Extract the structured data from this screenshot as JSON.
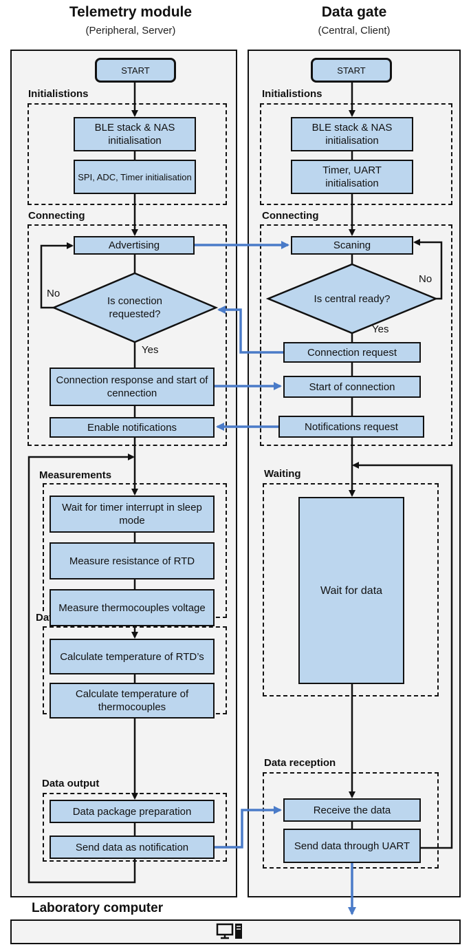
{
  "header": {
    "left_title": "Telemetry module",
    "left_subtitle": "(Peripheral, Server)",
    "right_title": "Data gate",
    "right_subtitle": "(Central, Client)"
  },
  "left": {
    "start": "START",
    "init_label": "Initialistions",
    "ble_init": "BLE stack & NAS initialisation",
    "spi_init": "SPI, ADC, Timer initialisation",
    "connecting_label": "Connecting",
    "advertising": "Advertising",
    "decision": "Is conection requested?",
    "no": "No",
    "yes": "Yes",
    "conn_response": "Connection response and start of cennection",
    "enable_notif": "Enable notifications",
    "measurements_label": "Measurements",
    "wait_timer": "Wait for timer interrupt in sleep mode",
    "measure_rtd": "Measure resistance of RTD",
    "measure_tc": "Measure thermocouples voltage",
    "processing_label": "Data processing",
    "calc_rtd": "Calculate temperature of RTD’s",
    "calc_tc": "Calculate temperature of thermocouples",
    "output_label": "Data output",
    "package_prep": "Data package preparation",
    "send_notif": "Send data as notification"
  },
  "right": {
    "start": "START",
    "init_label": "Initialistions",
    "ble_init": "BLE stack & NAS initialisation",
    "timer_init": "Timer, UART initialisation",
    "connecting_label": "Connecting",
    "scanning": "Scaning",
    "decision": "Is central ready?",
    "no": "No",
    "yes": "Yes",
    "conn_request": "Connection request",
    "start_conn": "Start of connection",
    "notif_request": "Notifications request",
    "waiting_label": "Waiting",
    "wait_data": "Wait for data",
    "reception_label": "Data reception",
    "receive_data": "Receive the data",
    "send_uart": "Send data through UART"
  },
  "footer": {
    "label": "Laboratory computer",
    "icon": "desktop-computer-icon"
  },
  "colors": {
    "box_fill": "#bcd6ee",
    "arrow_blue": "#4a7bc8",
    "panel_bg": "#f3f3f3"
  }
}
